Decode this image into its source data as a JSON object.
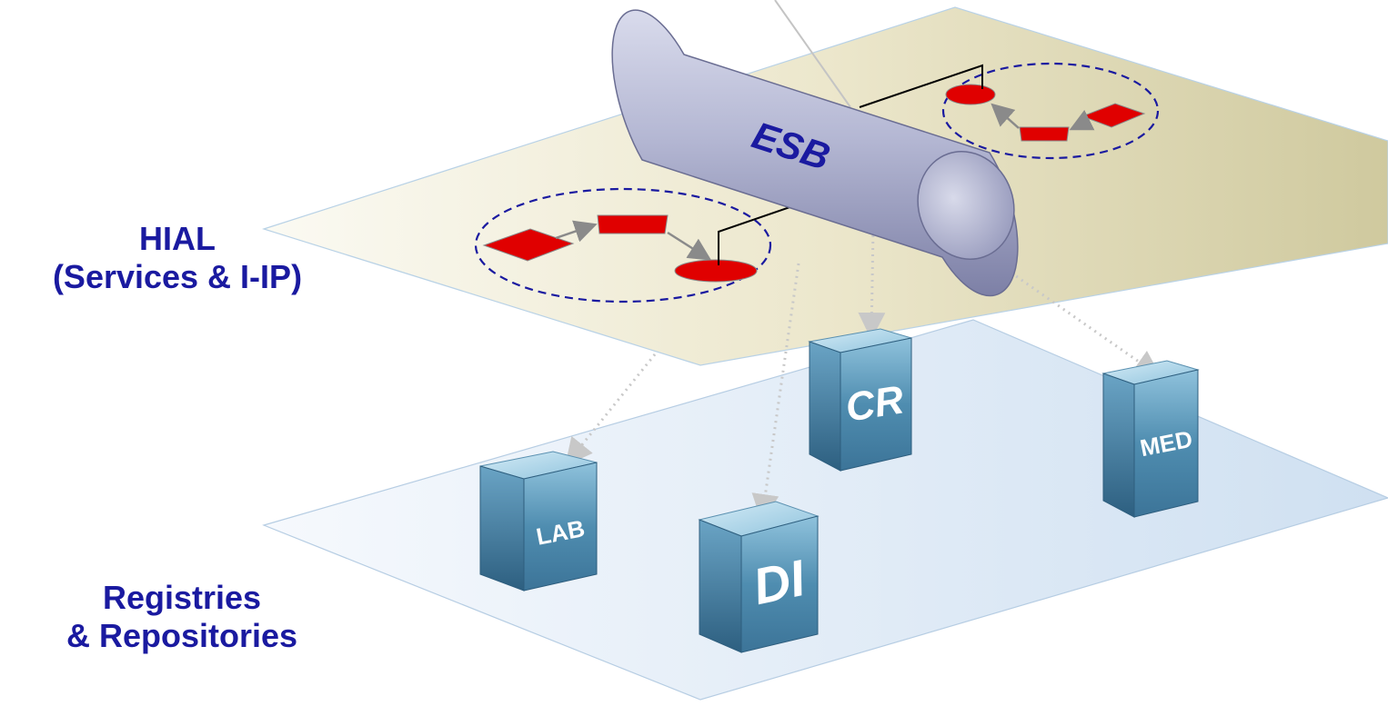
{
  "labels": {
    "hial_line1": "HIAL",
    "hial_line2": "(Services & I-IP)",
    "registries_line1": "Registries",
    "registries_line2": "& Repositories"
  },
  "esb": {
    "label": "ESB"
  },
  "repositories": [
    {
      "id": "lab",
      "label": "LAB"
    },
    {
      "id": "di",
      "label": "DI"
    },
    {
      "id": "cr",
      "label": "CR"
    },
    {
      "id": "med",
      "label": "MED"
    }
  ],
  "colors": {
    "label_text": "#1a1aa0",
    "process_shape": "#e00000",
    "process_border": "#7a7a7a",
    "dashed_ellipse": "#1a1aa0",
    "hial_plane": "#f4f0de",
    "registry_plane": "#e6eef8",
    "cylinder": "#b9bcd8",
    "server_box": "#4a8fb5"
  }
}
